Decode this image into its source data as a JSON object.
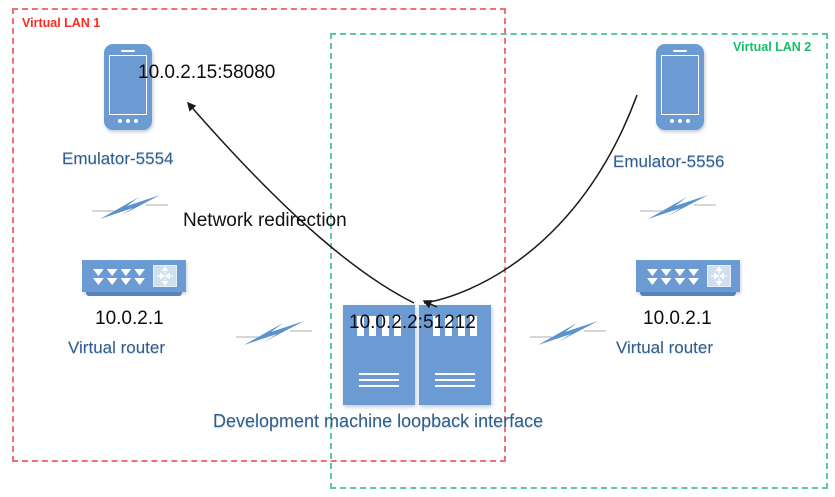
{
  "diagram": {
    "title": "Android emulator network redirection diagram",
    "lan1": {
      "label": "Virtual LAN 1",
      "color": "#ff2a20"
    },
    "lan2": {
      "label": "Virtual LAN 2",
      "color": "#16bd6a"
    },
    "emulator_left": {
      "device_icon": "smartphone-icon",
      "address": "10.0.2.15:58080",
      "name": "Emulator-5554"
    },
    "emulator_right": {
      "device_icon": "smartphone-icon",
      "name": "Emulator-5556"
    },
    "router_left": {
      "device_icon": "router-icon",
      "address": "10.0.2.1",
      "name": "Virtual router"
    },
    "router_right": {
      "device_icon": "router-icon",
      "address": "10.0.2.1",
      "name": "Virtual router"
    },
    "server": {
      "device_icon": "server-icon",
      "address": "10.0.2.2:51212",
      "caption": "Development machine loopback interface"
    },
    "annotation": {
      "redirection_label": "Network redirection"
    },
    "link_icon": "lightning-bolt-icon",
    "colors": {
      "device_blue": "#6b9bd2",
      "label_blue": "#2e5d8c",
      "lan1_red": "#f2706e",
      "lan2_green": "#5fc89a",
      "arrow_black": "#1a1a1a"
    }
  }
}
